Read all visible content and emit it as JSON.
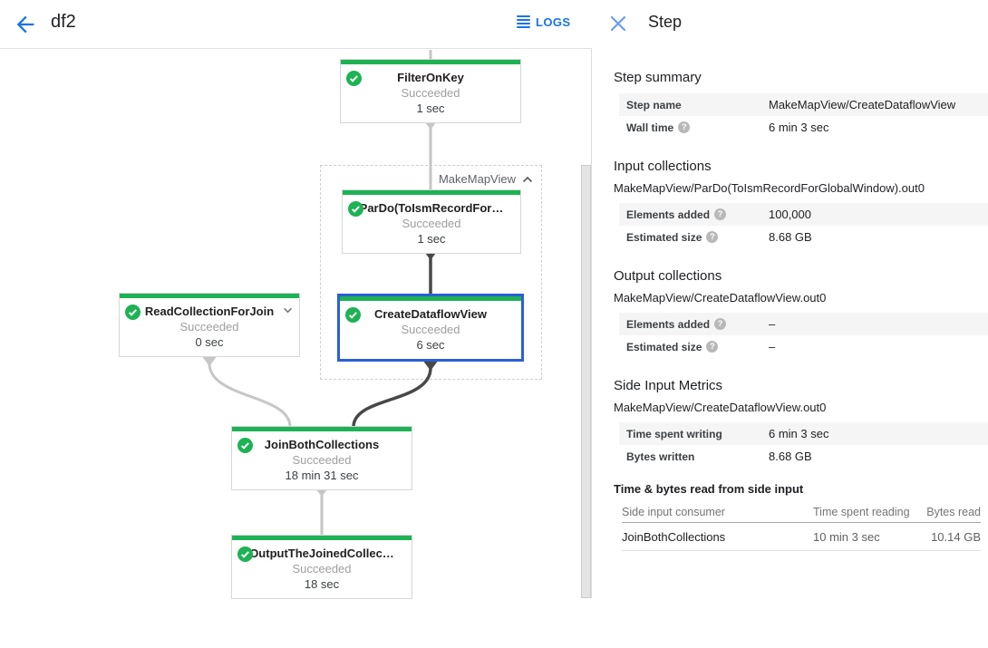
{
  "topbar": {
    "title": "df2",
    "logs_label": "LOGS"
  },
  "panel": {
    "title": "Step",
    "summary": {
      "heading": "Step summary",
      "rows": [
        {
          "label": "Step name",
          "value": "MakeMapView/CreateDataflowView"
        },
        {
          "label": "Wall time",
          "value": "6 min 3 sec"
        }
      ]
    },
    "input": {
      "heading": "Input collections",
      "collection": "MakeMapView/ParDo(ToIsmRecordForGlobalWindow).out0",
      "rows": [
        {
          "label": "Elements added",
          "value": "100,000"
        },
        {
          "label": "Estimated size",
          "value": "8.68 GB"
        }
      ]
    },
    "output": {
      "heading": "Output collections",
      "collection": "MakeMapView/CreateDataflowView.out0",
      "rows": [
        {
          "label": "Elements added",
          "value": "–"
        },
        {
          "label": "Estimated size",
          "value": "–"
        }
      ]
    },
    "side_input": {
      "heading": "Side Input Metrics",
      "collection": "MakeMapView/CreateDataflowView.out0",
      "rows": [
        {
          "label": "Time spent writing",
          "value": "6 min 3 sec"
        },
        {
          "label": "Bytes written",
          "value": "8.68 GB"
        }
      ],
      "table": {
        "title": "Time & bytes read from side input",
        "columns": [
          "Side input consumer",
          "Time spent reading",
          "Bytes read"
        ],
        "rows": [
          {
            "consumer": "JoinBothCollections",
            "time": "10 min 3 sec",
            "bytes": "10.14 GB"
          }
        ]
      }
    },
    "help_glyph": "?"
  },
  "graph": {
    "group_label": "MakeMapView",
    "nodes": {
      "filter": {
        "title": "FilterOnKey",
        "status": "Succeeded",
        "time": "1 sec"
      },
      "pardo": {
        "title": "ParDo(ToIsmRecordFor…",
        "status": "Succeeded",
        "time": "1 sec"
      },
      "read": {
        "title": "ReadCollectionForJoin",
        "status": "Succeeded",
        "time": "0 sec"
      },
      "create": {
        "title": "CreateDataflowView",
        "status": "Succeeded",
        "time": "6 sec"
      },
      "join": {
        "title": "JoinBothCollections",
        "status": "Succeeded",
        "time": "18 min 31 sec"
      },
      "output": {
        "title": "OutputTheJoinedCollec…",
        "status": "Succeeded",
        "time": "18 sec"
      }
    }
  },
  "colors": {
    "success_green": "#1eb255",
    "selection_blue": "#2a5fd9",
    "link_blue": "#1a73e8",
    "edge_gray": "#c6c6c6",
    "edge_dark": "#484848"
  }
}
